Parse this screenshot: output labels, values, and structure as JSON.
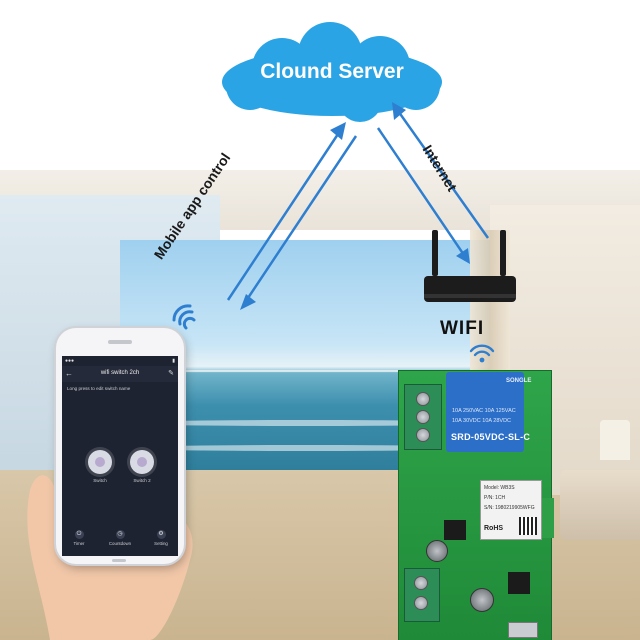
{
  "diagram": {
    "cloud_label": "Clound Server",
    "left_link_label": "Mobile app control",
    "right_link_label": "Internet",
    "router_label": "WIFI",
    "colors": {
      "cloud": "#2ba4e6",
      "arrow": "#2f7fd1",
      "board": "#2fa54a",
      "relay": "#2c6fc8"
    }
  },
  "phone_app": {
    "title": "wifi switch 2ch",
    "hint": "Long press to edit switch name",
    "switches": [
      {
        "label": "Switch"
      },
      {
        "label": "Switch 2"
      }
    ],
    "tabs": [
      {
        "icon": "power-icon",
        "label": "Timer"
      },
      {
        "icon": "clock-icon",
        "label": "Countdown"
      },
      {
        "icon": "settings-icon",
        "label": "Setting"
      }
    ]
  },
  "relay": {
    "brand": "SONGLE",
    "line1": "10A 250VAC  10A 125VAC",
    "line2": "10A 30VDC   10A 28VDC",
    "model": "SRD-05VDC-SL-C"
  },
  "wifi_module": {
    "model": "Model: WB3S",
    "pn": "P/N: 1CH",
    "sn": "S/N: 1980219905WFG",
    "rohs": "RoHS"
  }
}
